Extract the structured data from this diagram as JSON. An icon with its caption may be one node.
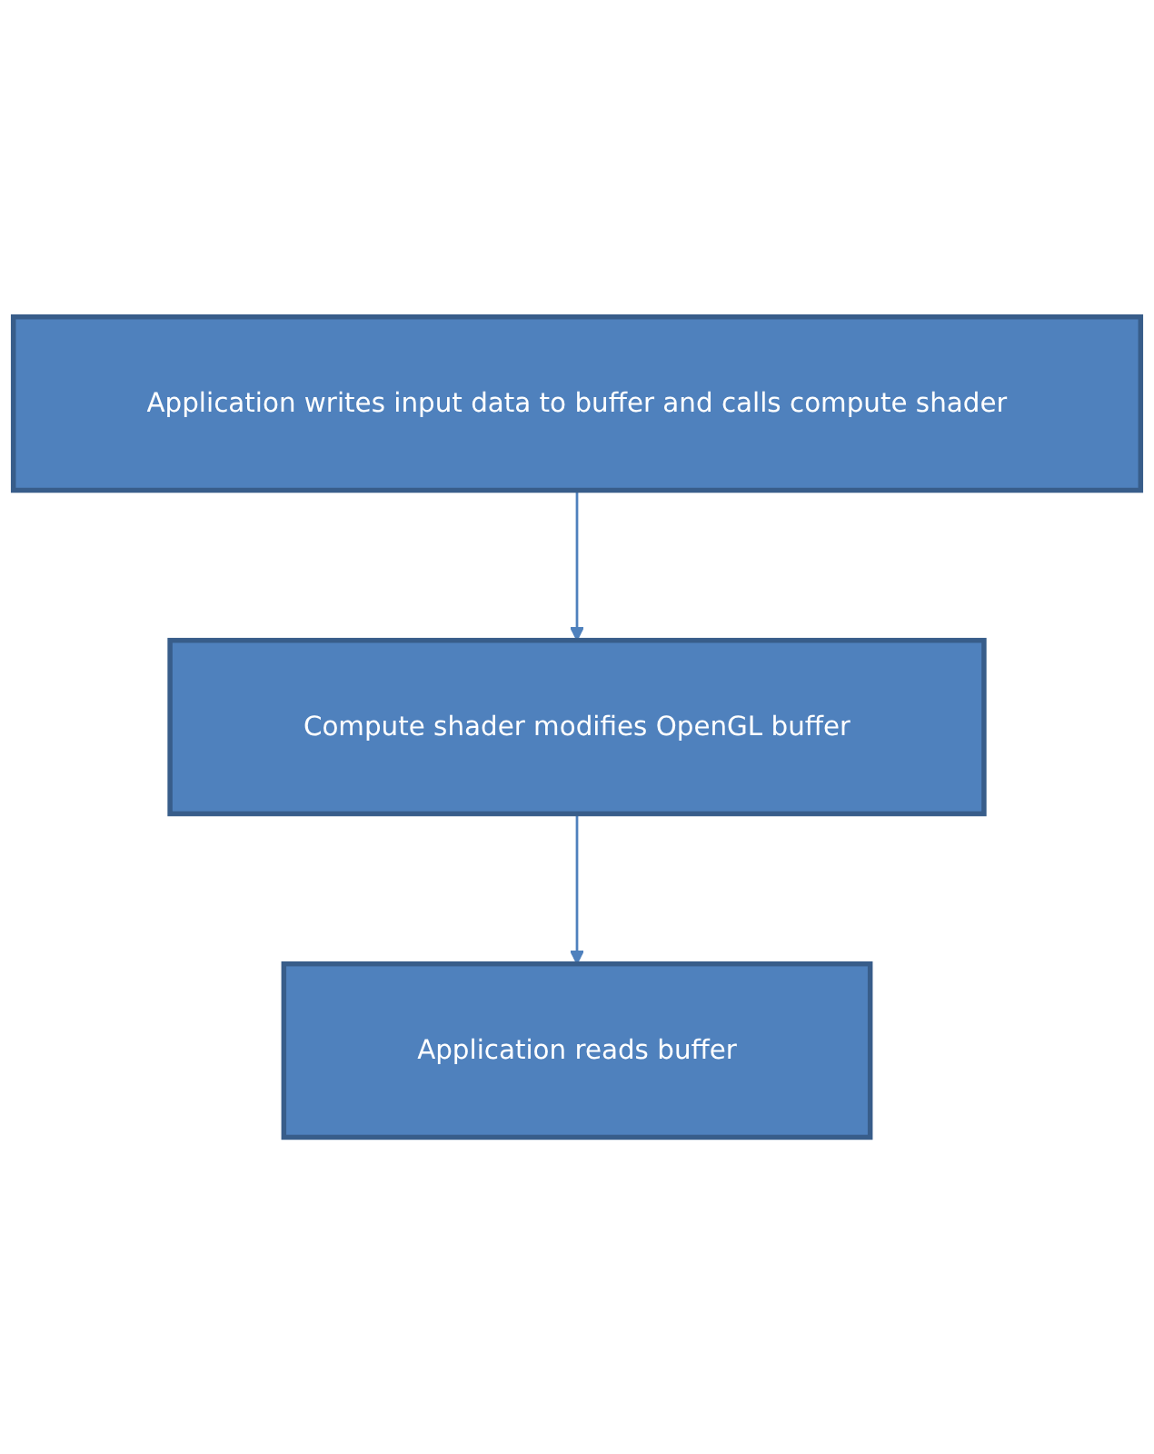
{
  "diagram": {
    "nodes": [
      {
        "text": [
          "Application writes input data to buffer and calls compute shader"
        ]
      },
      {
        "text": [
          "Compute shader modifies OpenGL buffer"
        ]
      },
      {
        "text": [
          "Application reads buffer"
        ]
      }
    ],
    "edges": [
      {
        "from": 0,
        "to": 1,
        "arrow": "to"
      },
      {
        "from": 1,
        "to": 2,
        "arrow": "to"
      }
    ]
  }
}
